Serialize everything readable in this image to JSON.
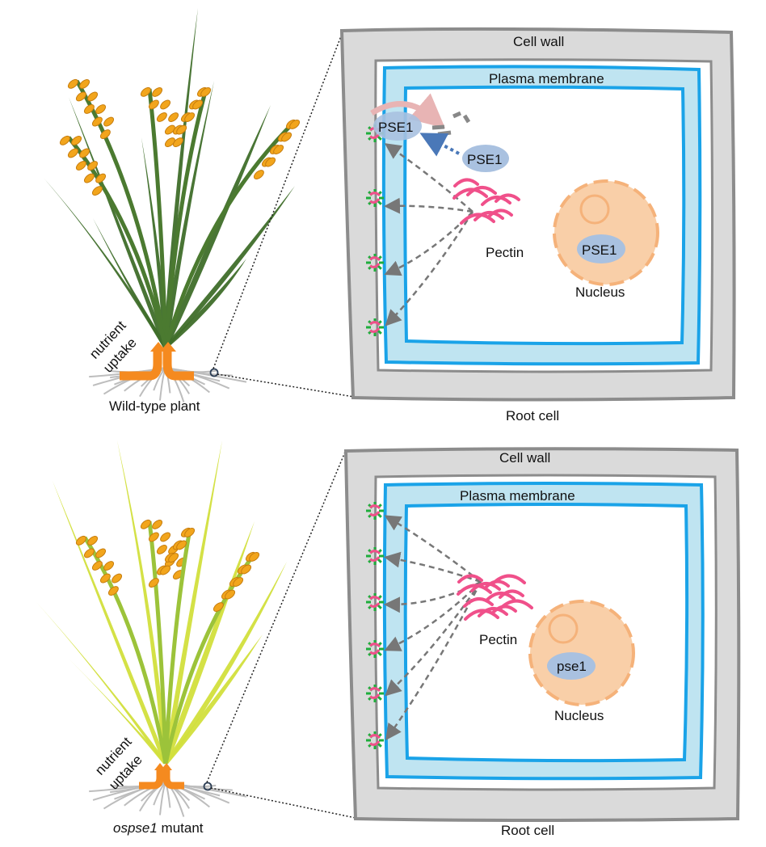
{
  "top_panel": {
    "plant_label": "Wild-type plant",
    "uptake_line1": "nutrient",
    "uptake_line2": "uptake",
    "cell_caption": "Root cell",
    "cell_wall": "Cell wall",
    "plasma_membrane": "Plasma membrane",
    "pse1_membrane": "PSE1",
    "pse1_cytoplasm": "PSE1",
    "pse1_nucleus": "PSE1",
    "pectin": "Pectin",
    "nucleus": "Nucleus"
  },
  "bottom_panel": {
    "plant_label_italic": "ospse1",
    "plant_label_rest": " mutant",
    "uptake_line1": "nutrient",
    "uptake_line2": "uptake",
    "cell_caption": "Root cell",
    "cell_wall": "Cell wall",
    "plasma_membrane": "Plasma membrane",
    "pse1_nucleus": "pse1",
    "pectin": "Pectin",
    "nucleus": "Nucleus"
  },
  "colors": {
    "cell_wall": "#d9d9d9",
    "membrane": "#bde3f0",
    "membrane_stroke": "#1aa3e8",
    "pectin": "#f0508a",
    "pse1": "#a9c1e0",
    "nucleus": "#f9cfa8",
    "arrow_orange": "#f58a1f",
    "healthy_leaf": "#3f6e2a",
    "mutant_leaf": "#c9d93a"
  }
}
